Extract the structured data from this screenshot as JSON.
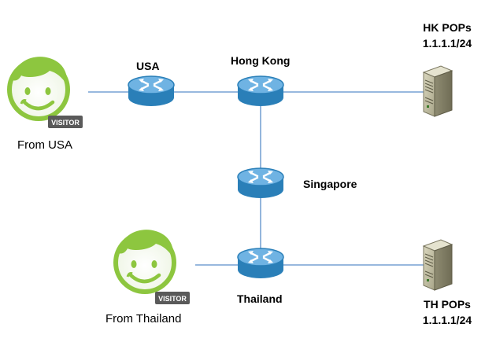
{
  "visitors": [
    {
      "id": "usa",
      "badge": "VISITOR",
      "caption": "From USA"
    },
    {
      "id": "thailand",
      "badge": "VISITOR",
      "caption": "From Thailand"
    }
  ],
  "routers": [
    {
      "id": "usa",
      "label": "USA"
    },
    {
      "id": "hong-kong",
      "label": "Hong Kong"
    },
    {
      "id": "singapore",
      "label": "Singapore"
    },
    {
      "id": "thailand",
      "label": "Thailand"
    }
  ],
  "servers": [
    {
      "id": "hk",
      "name": "HK POPs",
      "address": "1.1.1.1/24"
    },
    {
      "id": "th",
      "name": "TH POPs",
      "address": "1.1.1.1/24"
    }
  ],
  "colors": {
    "link": "#5b8ec9",
    "router_body": "#2a7fb8",
    "router_top": "#6fb3e3",
    "face_green": "#8dc63f",
    "badge_bg": "#5a5a5a",
    "server_body": "#c9c6ab"
  },
  "icons": {
    "router": "router-icon",
    "visitor": "visitor-face-icon",
    "server": "server-tower-icon"
  }
}
